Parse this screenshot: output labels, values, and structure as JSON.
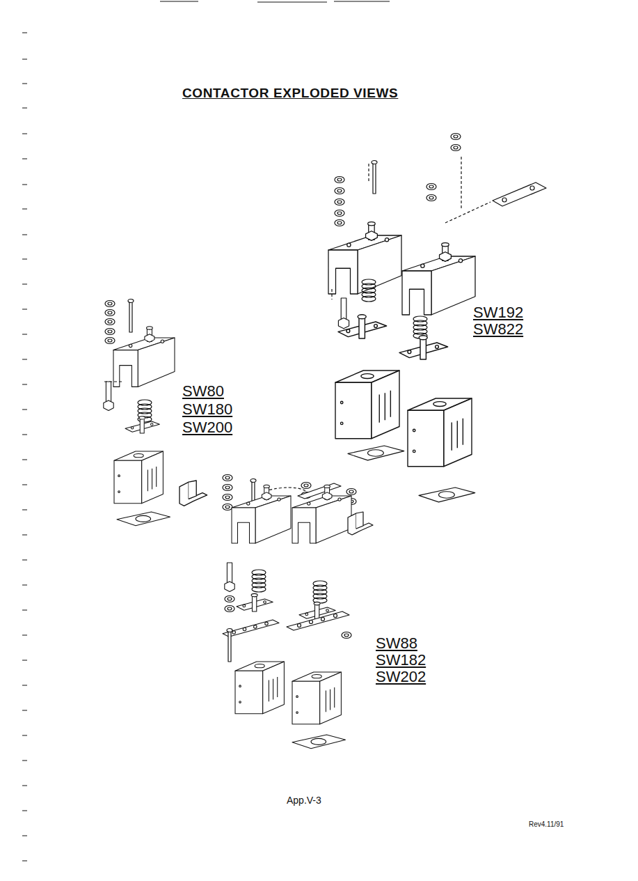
{
  "diagram": {
    "title": "CONTACTOR EXPLODED VIEWS",
    "labels": [
      "SW80",
      "SW180",
      "SW200",
      "SW192",
      "SW822",
      "SW88",
      "SW182",
      "SW202",
      "App.V-3",
      "Rev4.11/91"
    ]
  }
}
